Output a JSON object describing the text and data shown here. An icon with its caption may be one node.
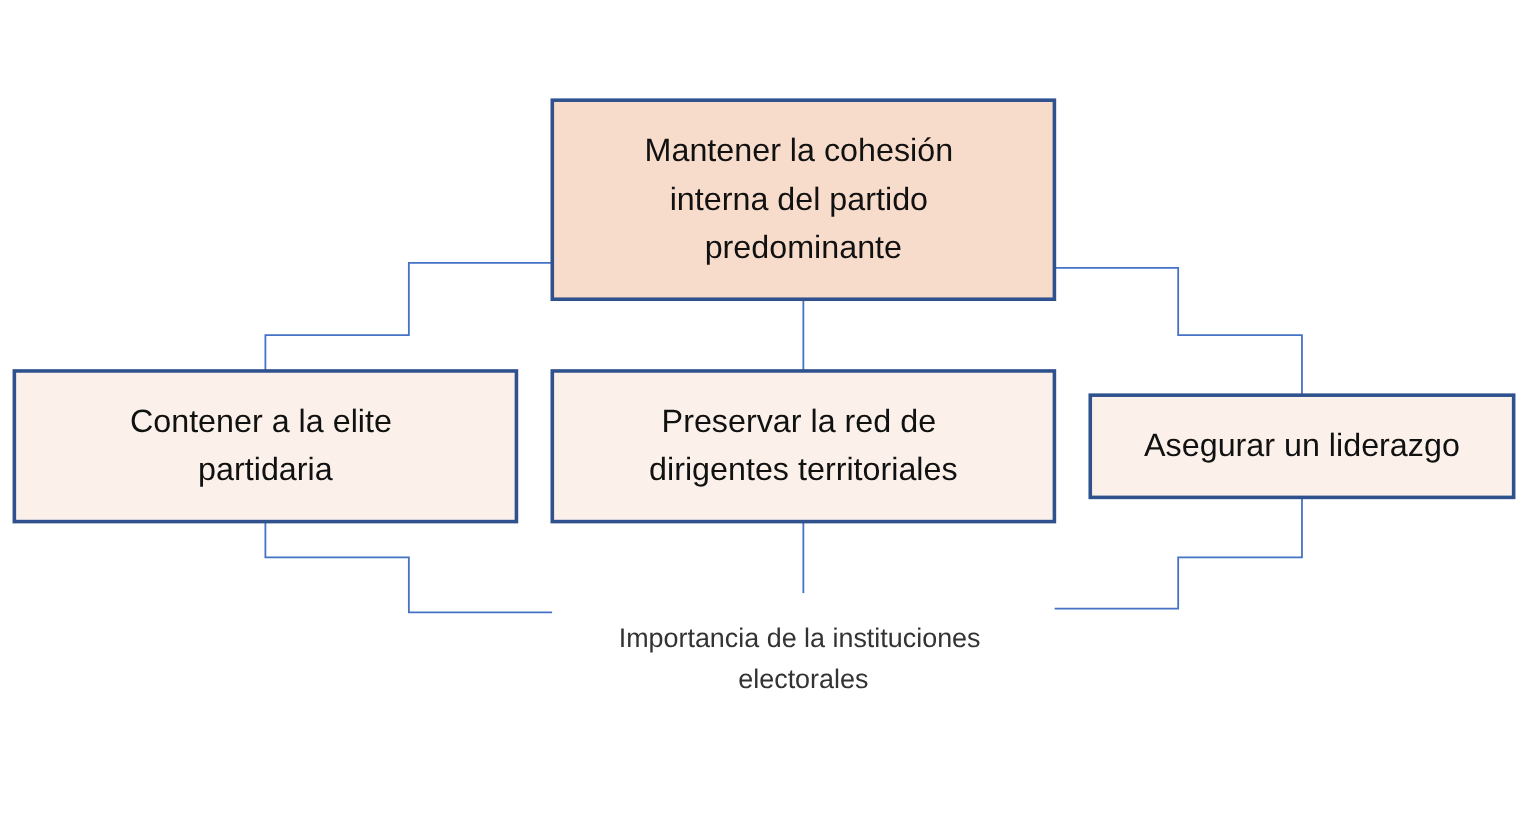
{
  "diagram": {
    "nodes": [
      {
        "text": [
          "Mantener la cohesión interna del partido predominante"
        ]
      },
      {
        "text": [
          "Contener a la elite partidaria"
        ]
      },
      {
        "text": [
          "Preservar la red de dirigentes territoriales"
        ]
      },
      {
        "text": [
          "Asegurar un liderazgo"
        ]
      },
      {
        "text": [
          "Importancia de la instituciones electorales"
        ]
      }
    ],
    "edges": [
      {
        "from": 0,
        "to": 1,
        "arrow": "none"
      },
      {
        "from": 0,
        "to": 2,
        "arrow": "none"
      },
      {
        "from": 0,
        "to": 3,
        "arrow": "none"
      },
      {
        "from": 1,
        "to": 4,
        "arrow": "none"
      },
      {
        "from": 2,
        "to": 4,
        "arrow": "none"
      },
      {
        "from": 3,
        "to": 4,
        "arrow": "none"
      }
    ]
  }
}
